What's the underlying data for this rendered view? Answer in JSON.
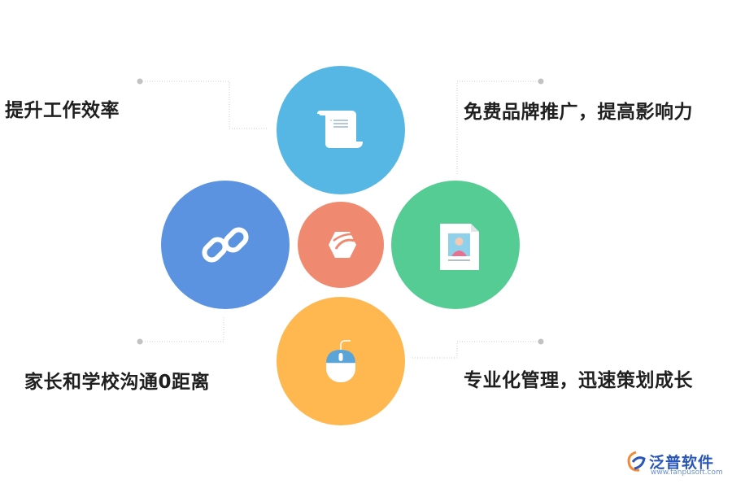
{
  "labels": {
    "top_left": "提升工作效率",
    "top_right": "免费品牌推广，提高影响力",
    "bottom_left": "家长和学校沟通0距离",
    "bottom_right": "专业化管理，迅速策划成长"
  },
  "nodes": {
    "top": {
      "color": "#56b6e4",
      "icon": "scroll-document-icon"
    },
    "left": {
      "color": "#5b93e0",
      "icon": "chain-link-icon"
    },
    "center": {
      "color": "#ef8a70",
      "icon": "hexagon-brand-icon"
    },
    "right": {
      "color": "#55cc93",
      "icon": "id-card-document-icon"
    },
    "bottom": {
      "color": "#ffb74f",
      "icon": "computer-mouse-icon"
    }
  },
  "logo": {
    "name": "泛普软件",
    "url": "www.fanpusoft.com"
  }
}
